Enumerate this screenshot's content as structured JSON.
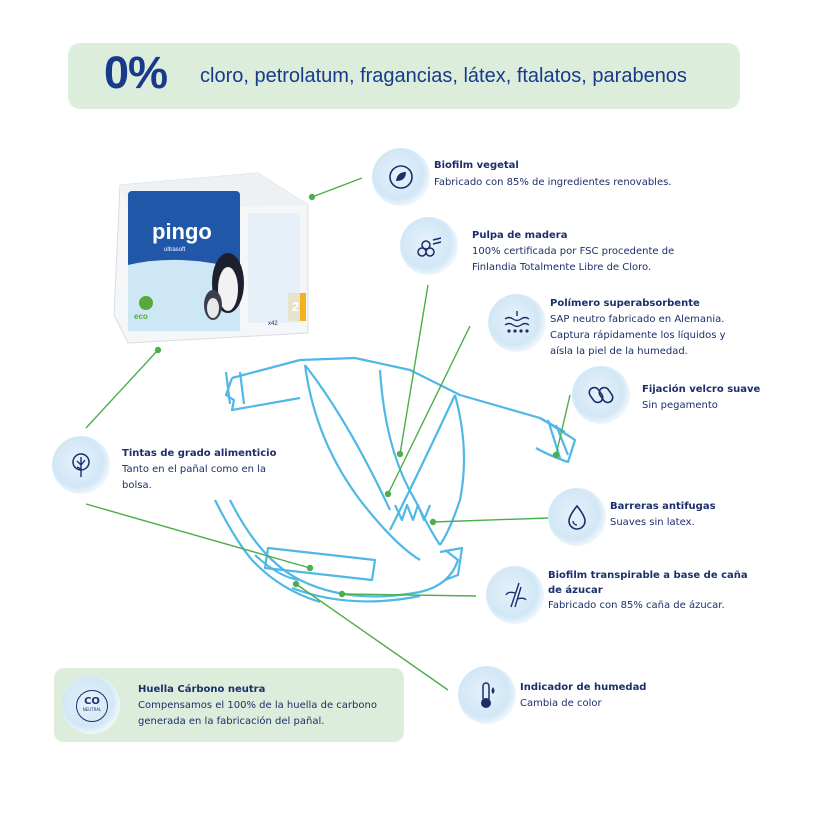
{
  "banner": {
    "percent": "0%",
    "text": "cloro, petrolatum, fragancias, látex, ftalatos, parabenos"
  },
  "package": {
    "brand": "pingo",
    "sub": "ultrasoft",
    "size": "2",
    "count": "x42",
    "eco": "eco"
  },
  "features": {
    "biofilm": {
      "title": "Biofilm vegetal",
      "desc": "Fabricado con 85% de ingredientes renovables."
    },
    "pulpa": {
      "title": "Pulpa de madera",
      "desc1": "100% certificada por FSC procedente de",
      "desc2": "Finlandia Totalmente Libre de Cloro."
    },
    "polimero": {
      "title": "Polímero superabsorbente",
      "desc1": "SAP neutro fabricado en Alemania.",
      "desc2": "Captura rápidamente los líquidos y",
      "desc3": "aísla la piel de la humedad."
    },
    "fijacion": {
      "title": "Fijación velcro suave",
      "desc": "Sin pegamento"
    },
    "tintas": {
      "title": "Tintas de grado alimenticio",
      "desc1": "Tanto en el pañal como en la",
      "desc2": "bolsa."
    },
    "barreras": {
      "title": "Barreras antifugas",
      "desc": "Suaves sin latex."
    },
    "transpirable": {
      "title1": "Biofilm transpirable a base de caña",
      "title2": "de ázucar",
      "desc": "Fabricado con 85% caña de ázucar."
    },
    "indicador": {
      "title": "Indicador de humedad",
      "desc": "Cambia de color"
    },
    "huella": {
      "title": "Huella Cárbono neutra",
      "desc1": "Compensamos el 100% de la huella de carbono",
      "desc2": "generada en la fabricación del pañal.",
      "icon_text": "CO",
      "icon_sub": "NEUTRAL"
    }
  },
  "colors": {
    "accent": "#173a8c",
    "green_line": "#4cae4c",
    "diaper_line": "#4fb8e6",
    "banner_bg": "#dceedb"
  }
}
